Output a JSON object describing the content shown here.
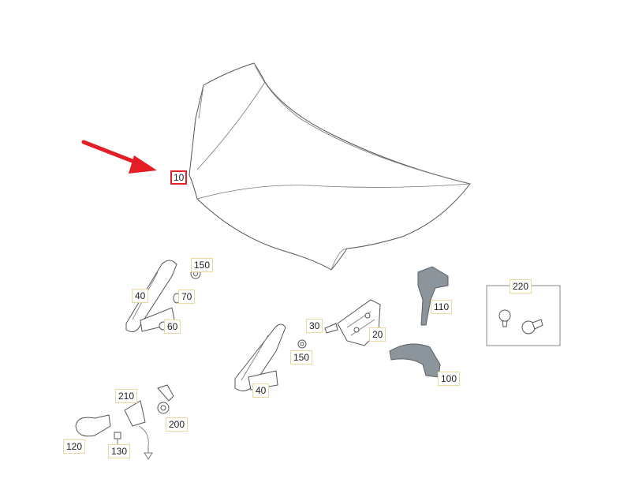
{
  "diagram": {
    "highlighted_part": "10",
    "accent_color": "#e41e26",
    "callout_border_color": "#e8d9a0",
    "labels": [
      {
        "id": "hood",
        "text": "10"
      },
      {
        "id": "bolt-top-left",
        "text": "150"
      },
      {
        "id": "hinge-left",
        "text": "40"
      },
      {
        "id": "bolt-mid",
        "text": "70"
      },
      {
        "id": "nut-left",
        "text": "60"
      },
      {
        "id": "bolt-center",
        "text": "30"
      },
      {
        "id": "latch",
        "text": "20"
      },
      {
        "id": "bolt-center-low",
        "text": "150"
      },
      {
        "id": "hinge-right",
        "text": "40"
      },
      {
        "id": "cable-upper",
        "text": "110"
      },
      {
        "id": "cable-lower",
        "text": "100"
      },
      {
        "id": "clip-set",
        "text": "220"
      },
      {
        "id": "bracket",
        "text": "210"
      },
      {
        "id": "bushing",
        "text": "200"
      },
      {
        "id": "bumper",
        "text": "120"
      },
      {
        "id": "screw",
        "text": "130"
      }
    ]
  }
}
